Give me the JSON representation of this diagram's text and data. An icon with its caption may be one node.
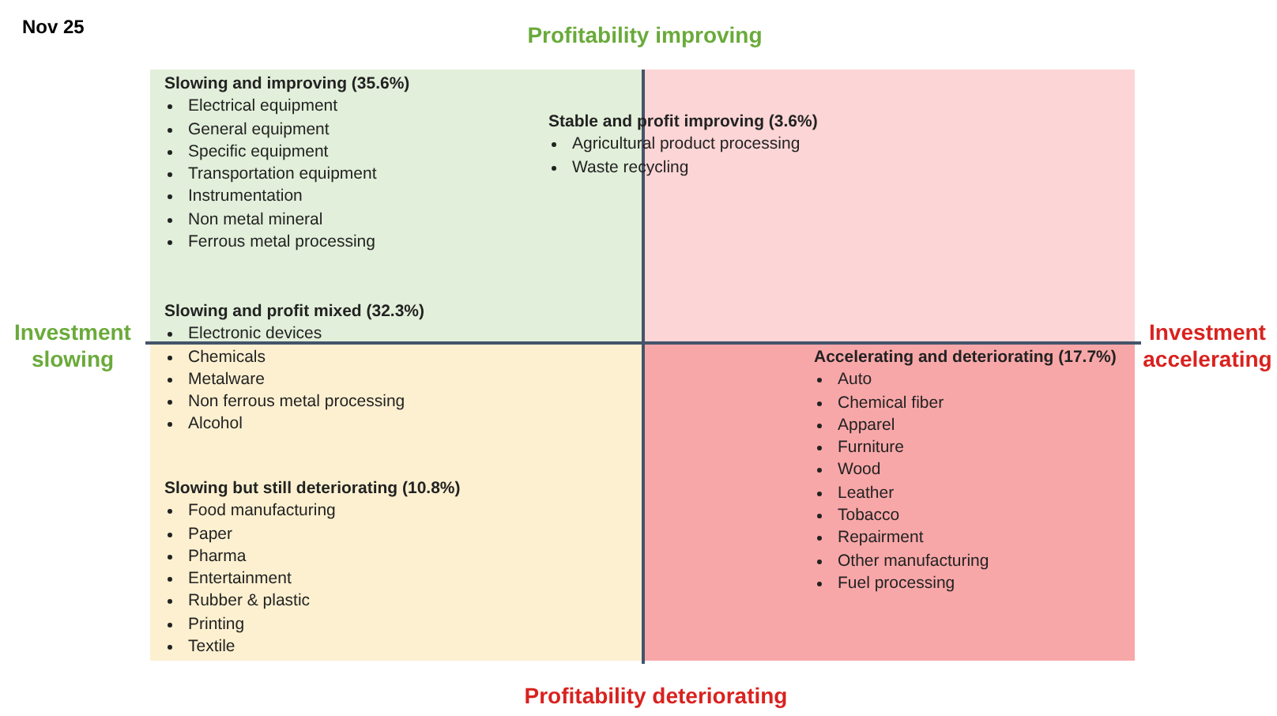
{
  "diagram": {
    "labels": [
      "Nov 25",
      "Profitability improving",
      "Slowing and improving (35.6%)",
      "Electrical equipment",
      "General equipment",
      "Specific equipment",
      "Transportation equipment",
      "Instrumentation",
      "Non metal mineral",
      "Ferrous metal processing",
      "Stable and profit improving (3.6%)",
      "Agricultural product processing",
      "Waste recycling",
      "Investment slowing",
      "Investment accelerating",
      "Slowing and profit mixed (32.3%)",
      "Electronic devices",
      "Chemicals",
      "Metalware",
      "Non ferrous metal processing",
      "Alcohol",
      "Accelerating and deteriorating (17.7%)",
      "Auto",
      "Chemical fiber",
      "Apparel",
      "Furniture",
      "Wood",
      "Leather",
      "Tobacco",
      "Repairment",
      "Other manufacturing",
      "Fuel processing",
      "Slowing but still deteriorating (10.8%)",
      "Food manufacturing",
      "Paper",
      "Pharma",
      "Entertainment",
      "Rubber & plastic",
      "Printing",
      "Textile",
      "Profitability deteriorating"
    ]
  }
}
